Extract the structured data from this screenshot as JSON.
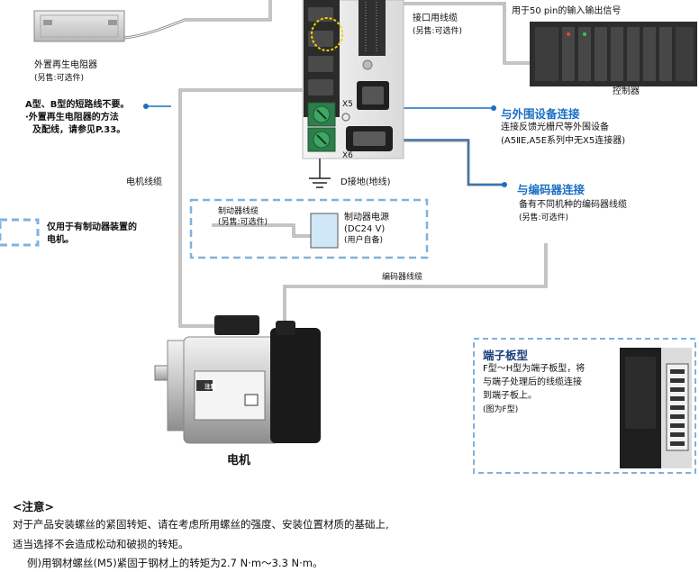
{
  "labels": {
    "top_right": "用于50 pin的输入输出信号",
    "interface_cable": "接口用线缆",
    "interface_cable_sub": "(另售:可选件)",
    "regen_resistor": "外置再生电阻器",
    "regen_resistor_sub": "(另售:可选件)",
    "ab_note_1": "A型、B型的短路线不要。",
    "ab_note_2": "·外置再生电阻器的方法",
    "ab_note_3": "及配线，请参见P.33。",
    "controller": "控制器",
    "x5": "X5",
    "x6": "X6",
    "peripheral_title": "与外围设备连接",
    "peripheral_desc_1": "连接反馈光栅尺等外围设备",
    "peripheral_desc_2": "(A5ⅡE,A5E系列中无X5连接器)",
    "ground": "D接地(地线)",
    "motor_cable": "电机线缆",
    "encoder_title": "与编码器连接",
    "encoder_desc_1": "备有不同机种的编码器线缆",
    "encoder_desc_2": "(另售:可选件)",
    "brake_only_1": "仅用于有制动器装置的",
    "brake_only_2": "电机。",
    "brake_cable": "制动器线缆",
    "brake_cable_sub": "(另售:可选件)",
    "brake_power_1": "制动器电源",
    "brake_power_2": "(DC24 V)",
    "brake_power_3": "(用户自备)",
    "encoder_cable": "编码器线缆",
    "terminal_title": "端子板型",
    "terminal_desc_1": "F型～H型为端子板型，将",
    "terminal_desc_2": "与端子处理后的线缆连接",
    "terminal_desc_3": "到端子板上。",
    "terminal_desc_4": "(图为F型)",
    "motor": "电机",
    "motor_label_tag": "注意"
  },
  "notes": {
    "title": "<注意>",
    "line1": "对于产品安装螺丝的紧固转矩、请在考虑所用螺丝的强度、安装位置材质的基础上,",
    "line2": "适当选择不会造成松动和破损的转矩。",
    "line3": "例)用钢材螺丝(M5)紧固于钢材上的转矩为2.7 N·m～3.3 N·m。"
  },
  "colors": {
    "accent_blue": "#1a6fc4",
    "dash_blue": "#7fb2dc",
    "brake_box": "#cfe7f6"
  }
}
